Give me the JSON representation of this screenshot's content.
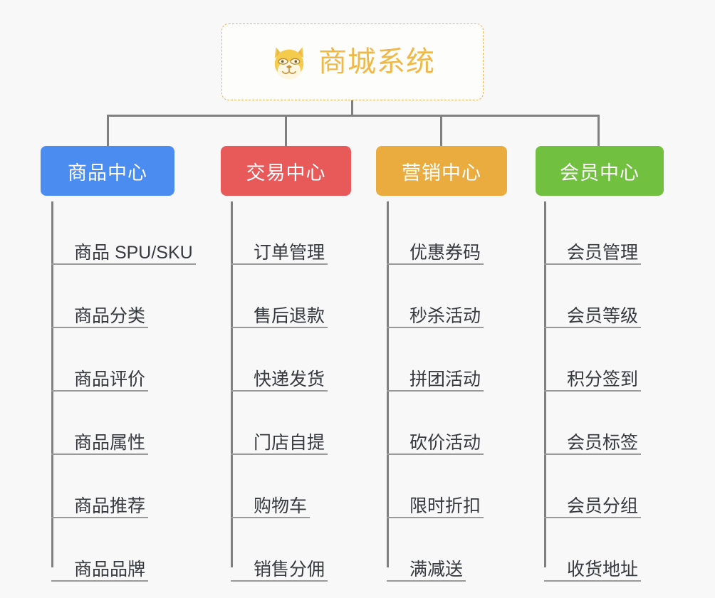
{
  "root": {
    "title": "商城系统",
    "icon": "shiba-dog-face-emoji",
    "border_color": "#e8b659",
    "text_color": "#efb94a",
    "background": "#fdfdfc"
  },
  "canvas": {
    "background": "#f8f8f8",
    "connector_color": "#808080",
    "leaf_underline_color": "#9a9a9a",
    "leaf_text_color": "#36393d"
  },
  "categories": [
    {
      "label": "商品中心",
      "color": "#4a8cf0",
      "items": [
        "商品 SPU/SKU",
        "商品分类",
        "商品评价",
        "商品属性",
        "商品推荐",
        "商品品牌"
      ]
    },
    {
      "label": "交易中心",
      "color": "#e8595a",
      "items": [
        "订单管理",
        "售后退款",
        "快递发货",
        "门店自提",
        "购物车",
        "销售分佣"
      ]
    },
    {
      "label": "营销中心",
      "color": "#eaac3f",
      "items": [
        "优惠券码",
        "秒杀活动",
        "拼团活动",
        "砍价活动",
        "限时折扣",
        "满减送"
      ]
    },
    {
      "label": "会员中心",
      "color": "#71c03f",
      "items": [
        "会员管理",
        "会员等级",
        "积分签到",
        "会员标签",
        "会员分组",
        "收货地址"
      ]
    }
  ]
}
